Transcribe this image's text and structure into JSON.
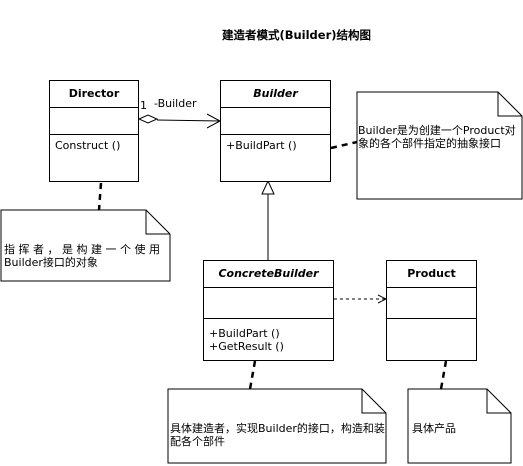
{
  "title": "建造者模式(Builder)结构图",
  "classes": {
    "director": {
      "name": "Director",
      "operations": [
        "Construct ()"
      ]
    },
    "builder": {
      "name": "Builder",
      "operations": [
        "+BuildPart ()"
      ]
    },
    "concrete_builder": {
      "name": "ConcreteBuilder",
      "operations": [
        "+BuildPart ()",
        "+GetResult ()"
      ]
    },
    "product": {
      "name": "Product",
      "operations": []
    }
  },
  "association": {
    "multiplicity": "1",
    "role": "-Builder"
  },
  "notes": {
    "director": "指 挥 者 ， 是 构 建 一 个 使 用Builder接口的对象",
    "builder": "Builder是为创建一个Product对象的各个部件指定的抽象接口",
    "concrete_builder": "具体建造者，实现Builder的接口，构造和装配各个部件",
    "product": "具体产品"
  }
}
